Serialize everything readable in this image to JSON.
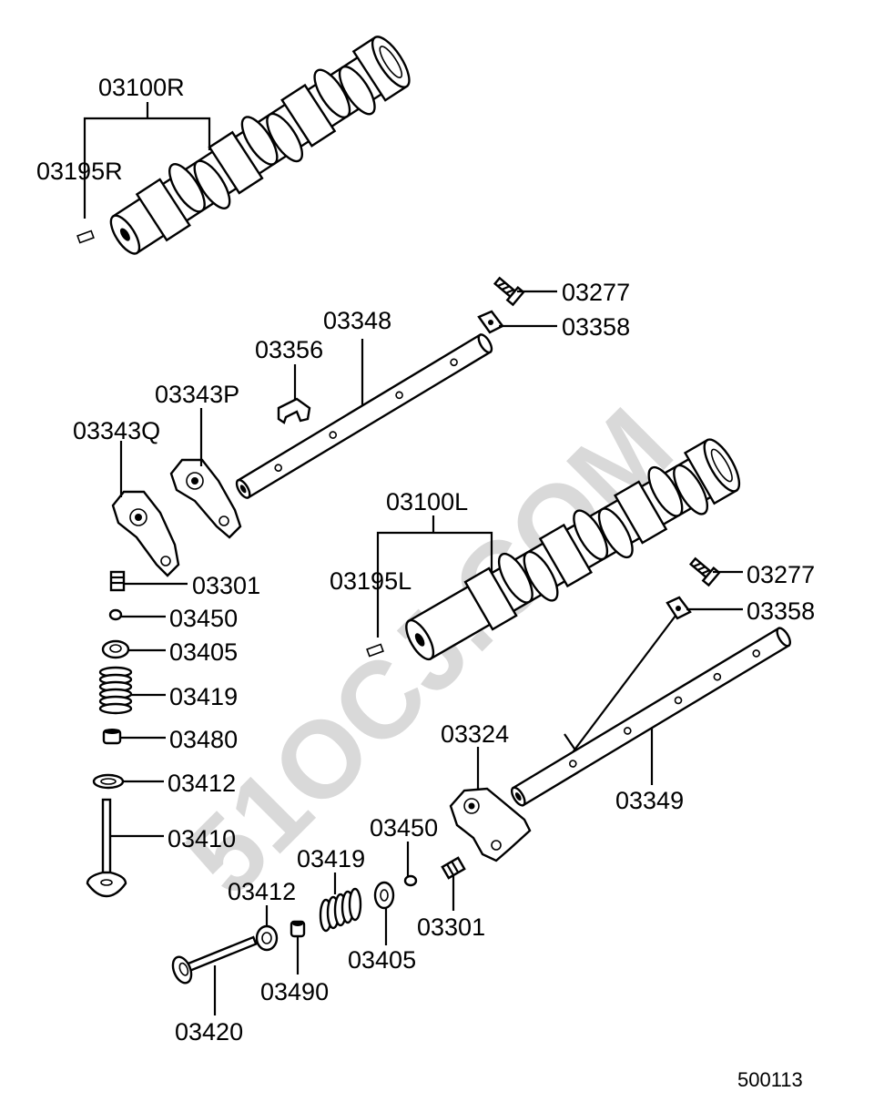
{
  "watermark": "51OCJ.COM",
  "diagram_code": "500113",
  "labels": {
    "camshaft_r": "03100R",
    "pin_r": "03195R",
    "bolt_top": "03277",
    "plate_top": "03358",
    "shaft_upper": "03348",
    "clip": "03356",
    "rocker_p": "03343P",
    "rocker_q": "03343Q",
    "camshaft_l": "03100L",
    "pin_l": "03195L",
    "bolt_right": "03277",
    "plate_right": "03358",
    "adjuster_left": "03301",
    "nut_left": "03450",
    "retainer_left": "03405",
    "spring_left": "03419",
    "seal_left": "03480",
    "seat_left": "03412",
    "valve_left": "03410",
    "rocker_lower": "03324",
    "shaft_lower": "03349",
    "nut_bottom": "03450",
    "spring_bottom": "03419",
    "seat_bottom": "03412",
    "adjuster_bottom": "03301",
    "retainer_bottom": "03405",
    "seal_bottom": "03490",
    "valve_bottom": "03420"
  }
}
